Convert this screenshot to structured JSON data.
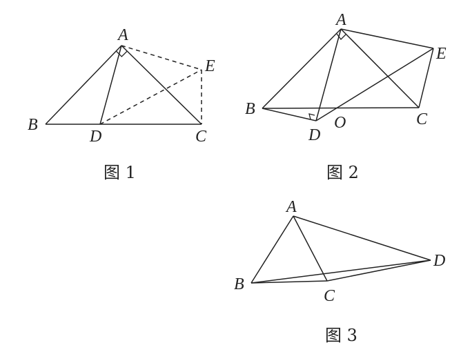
{
  "figures": [
    {
      "caption": "图 1",
      "points": [
        {
          "id": "A",
          "label": "A"
        },
        {
          "id": "B",
          "label": "B"
        },
        {
          "id": "D",
          "label": "D"
        },
        {
          "id": "C",
          "label": "C"
        },
        {
          "id": "E",
          "label": "E"
        }
      ]
    },
    {
      "caption": "图 2",
      "points": [
        {
          "id": "A",
          "label": "A"
        },
        {
          "id": "B",
          "label": "B"
        },
        {
          "id": "D",
          "label": "D"
        },
        {
          "id": "O",
          "label": "O"
        },
        {
          "id": "C",
          "label": "C"
        },
        {
          "id": "E",
          "label": "E"
        }
      ]
    },
    {
      "caption": "图 3",
      "points": [
        {
          "id": "A",
          "label": "A"
        },
        {
          "id": "B",
          "label": "B"
        },
        {
          "id": "C",
          "label": "C"
        },
        {
          "id": "D",
          "label": "D"
        }
      ]
    }
  ]
}
